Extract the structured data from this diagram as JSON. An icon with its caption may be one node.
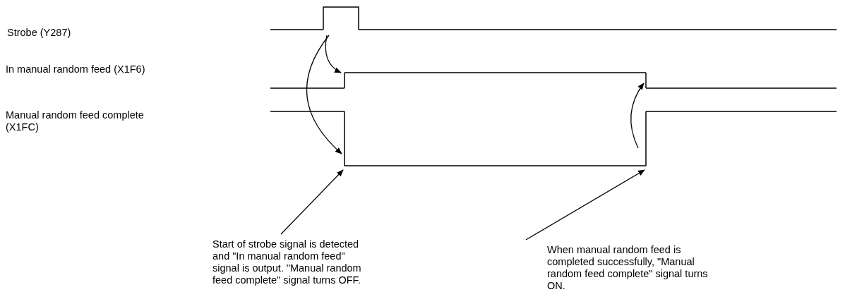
{
  "diagram": {
    "nodes": [
      {
        "text": [],
        "shape": "line"
      },
      {
        "text": [],
        "shape": "line"
      },
      {
        "text": [],
        "shape": "line"
      },
      {
        "text": [],
        "shape": "line"
      },
      {
        "text": [],
        "shape": "line"
      },
      {
        "text": [
          "Start of strobe signal is detected and \"In manual random feed\" signal is output. \"Manual random feed complete\" signal turns OFF."
        ]
      },
      {
        "text": [
          "When manual random feed is completed successfully, \"Manual random feed complete\" signal turns ON."
        ]
      }
    ],
    "edges": [
      {
        "from": 0,
        "to": 1,
        "arrow": "to"
      },
      {
        "from": 0,
        "to": 2,
        "arrow": "to"
      },
      {
        "from": 4,
        "to": 3,
        "arrow": "to"
      },
      {
        "from": 5,
        "to": 2,
        "arrow": "to"
      },
      {
        "from": 6,
        "to": 4,
        "arrow": "to"
      }
    ],
    "labels": [
      "Strobe (Y287)",
      "In manual random feed (X1F6)",
      "Manual random feed complete (X1FC)"
    ]
  }
}
